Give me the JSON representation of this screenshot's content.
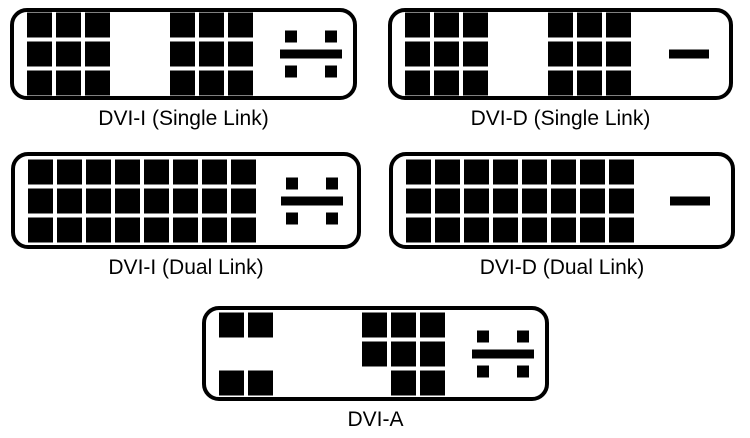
{
  "colors": {
    "foreground": "#000000",
    "background": "#ffffff"
  },
  "connectors": [
    {
      "id": "dvi-i-single-link",
      "label": "DVI-I (Single Link)",
      "pin_blocks": [
        {
          "rows": [
            [
              1,
              1,
              1
            ],
            [
              1,
              1,
              1
            ],
            [
              1,
              1,
              1
            ]
          ]
        },
        {
          "rows": [
            [
              1,
              1,
              1
            ],
            [
              1,
              1,
              1
            ],
            [
              1,
              1,
              1
            ]
          ]
        }
      ],
      "right_element": "analog-cross"
    },
    {
      "id": "dvi-d-single-link",
      "label": "DVI-D (Single Link)",
      "pin_blocks": [
        {
          "rows": [
            [
              1,
              1,
              1
            ],
            [
              1,
              1,
              1
            ],
            [
              1,
              1,
              1
            ]
          ]
        },
        {
          "rows": [
            [
              1,
              1,
              1
            ],
            [
              1,
              1,
              1
            ],
            [
              1,
              1,
              1
            ]
          ]
        }
      ],
      "right_element": "flat-blade"
    },
    {
      "id": "dvi-i-dual-link",
      "label": "DVI-I (Dual Link)",
      "pin_blocks": [
        {
          "rows": [
            [
              1,
              1,
              1,
              1,
              1,
              1,
              1,
              1
            ],
            [
              1,
              1,
              1,
              1,
              1,
              1,
              1,
              1
            ],
            [
              1,
              1,
              1,
              1,
              1,
              1,
              1,
              1
            ]
          ]
        }
      ],
      "right_element": "analog-cross"
    },
    {
      "id": "dvi-d-dual-link",
      "label": "DVI-D (Dual Link)",
      "pin_blocks": [
        {
          "rows": [
            [
              1,
              1,
              1,
              1,
              1,
              1,
              1,
              1
            ],
            [
              1,
              1,
              1,
              1,
              1,
              1,
              1,
              1
            ],
            [
              1,
              1,
              1,
              1,
              1,
              1,
              1,
              1
            ]
          ]
        }
      ],
      "right_element": "flat-blade"
    },
    {
      "id": "dvi-a",
      "label": "DVI-A",
      "pin_blocks": [
        {
          "rows": [
            [
              1,
              1
            ],
            [
              0,
              0
            ],
            [
              1,
              1
            ]
          ]
        },
        {
          "rows": [
            [
              1,
              1,
              1
            ],
            [
              1,
              1,
              1
            ],
            [
              0,
              1,
              1
            ]
          ]
        }
      ],
      "right_element": "analog-cross"
    }
  ]
}
